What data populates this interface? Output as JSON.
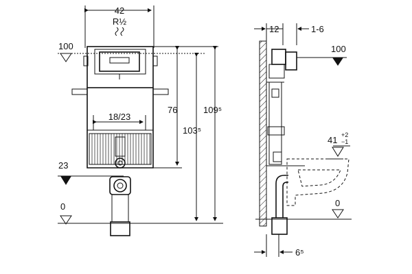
{
  "front_view": {
    "width_label": "42",
    "thread_label": "R½",
    "level_100": "100",
    "dim_76": "76",
    "dim_103": "103⁵",
    "dim_109": "109⁵",
    "width_inner": "18/23",
    "level_23": "23",
    "level_0": "0"
  },
  "side_view": {
    "depth_12": "12",
    "range_1_6": "1-6",
    "level_100": "100",
    "dim_41": "41",
    "tol_plus": "+2",
    "tol_minus": "−1",
    "level_0": "0",
    "dim_6": "6⁵"
  },
  "colors": {
    "line": "#111111",
    "background": "#ffffff"
  }
}
